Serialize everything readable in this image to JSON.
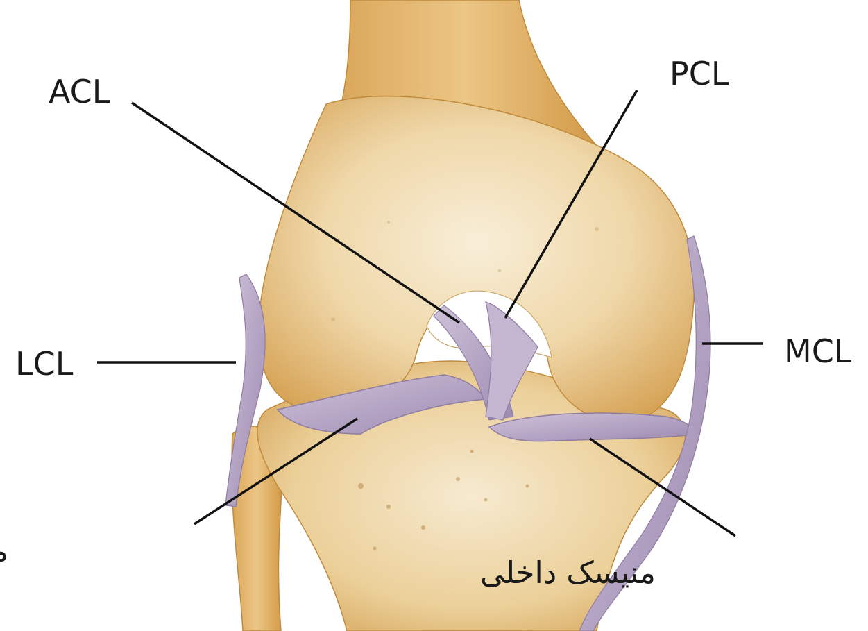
{
  "diagram": {
    "labels": {
      "acl": "ACL",
      "pcl": "PCL",
      "lcl": "LCL",
      "mcl": "MCL",
      "lateral_meniscus": "منیسک خارجی",
      "medial_meniscus": "منیسک داخلی"
    },
    "colors": {
      "bone": "#e9c88a",
      "bone_shadow": "#c9953f",
      "bone_highlight": "#f7ecd3",
      "ligament": "#b9a8c6",
      "ligament_shadow": "#8f7ca3",
      "line": "#111111"
    }
  }
}
